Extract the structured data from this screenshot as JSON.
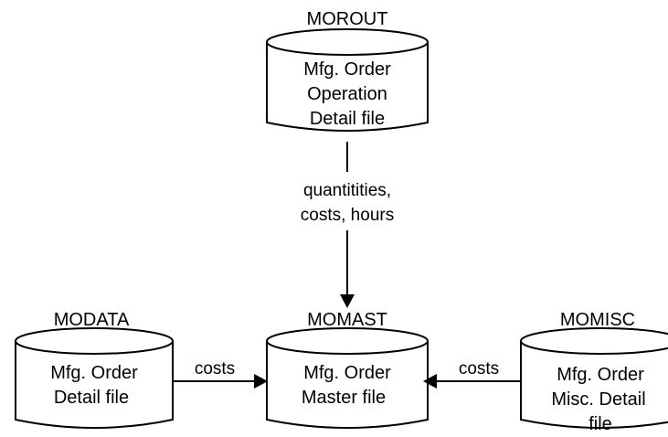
{
  "files": {
    "morout": {
      "code": "MOROUT",
      "lines": [
        "Mfg. Order",
        "Operation",
        "Detail file"
      ]
    },
    "modata": {
      "code": "MODATA",
      "lines": [
        "Mfg. Order",
        "Detail file"
      ]
    },
    "momast": {
      "code": "MOMAST",
      "lines": [
        "Mfg. Order",
        "Master file"
      ]
    },
    "momisc": {
      "code": "MOMISC",
      "lines": [
        "Mfg. Order",
        "Misc. Detail",
        "file"
      ]
    }
  },
  "flows": {
    "top": {
      "lines": [
        "quantitities,",
        "costs, hours"
      ]
    },
    "left": {
      "label": "costs"
    },
    "right": {
      "label": "costs"
    }
  }
}
